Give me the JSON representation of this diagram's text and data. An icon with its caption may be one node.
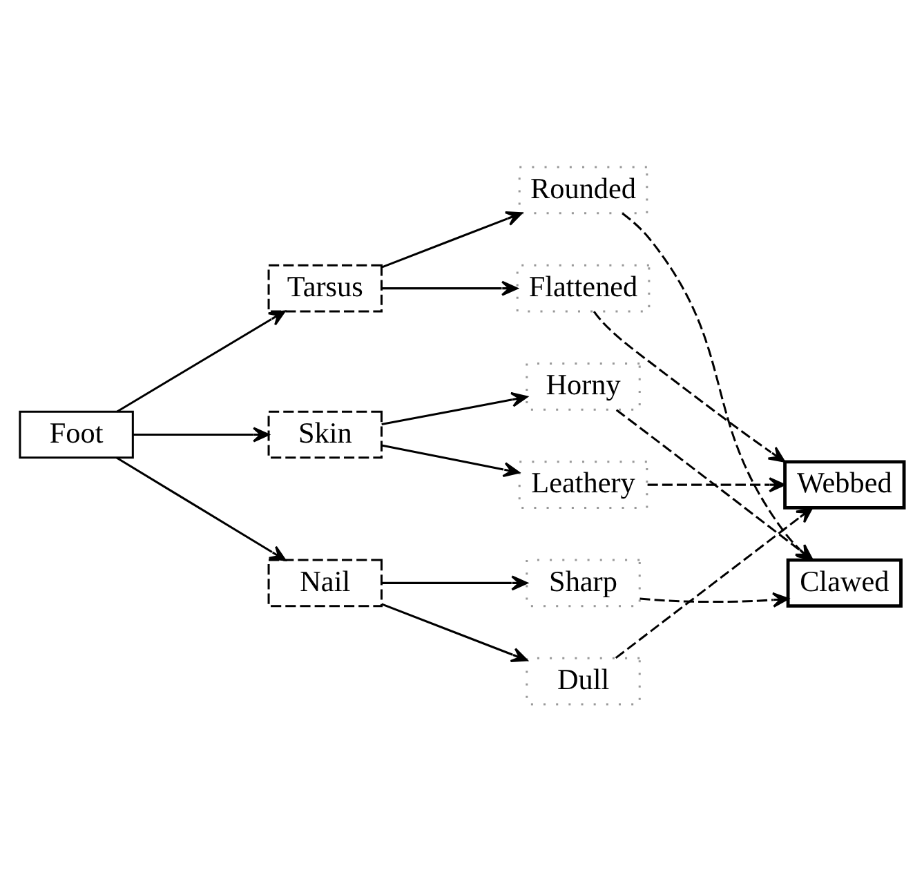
{
  "diagram": {
    "nodes": [
      {
        "text": [
          "Foot"
        ]
      },
      {
        "text": [
          "Tarsus"
        ]
      },
      {
        "text": [
          "Skin"
        ]
      },
      {
        "text": [
          "Nail"
        ]
      },
      {
        "text": [
          "Rounded"
        ]
      },
      {
        "text": [
          "Flattened"
        ]
      },
      {
        "text": [
          "Horny"
        ]
      },
      {
        "text": [
          "Leathery"
        ]
      },
      {
        "text": [
          "Sharp"
        ]
      },
      {
        "text": [
          "Dull"
        ]
      },
      {
        "text": [
          "Webbed"
        ]
      },
      {
        "text": [
          "Clawed"
        ]
      }
    ],
    "edges": [
      {
        "from": 0,
        "to": 1,
        "arrow": "to"
      },
      {
        "from": 0,
        "to": 2,
        "arrow": "to"
      },
      {
        "from": 0,
        "to": 3,
        "arrow": "to"
      },
      {
        "from": 1,
        "to": 4,
        "arrow": "to"
      },
      {
        "from": 1,
        "to": 5,
        "arrow": "to"
      },
      {
        "from": 2,
        "to": 6,
        "arrow": "to"
      },
      {
        "from": 2,
        "to": 7,
        "arrow": "to"
      },
      {
        "from": 3,
        "to": 8,
        "arrow": "to"
      },
      {
        "from": 3,
        "to": 9,
        "arrow": "to"
      },
      {
        "from": 4,
        "to": 11,
        "arrow": "to",
        "style": "dashed"
      },
      {
        "from": 5,
        "to": 10,
        "arrow": "to",
        "style": "dashed"
      },
      {
        "from": 6,
        "to": 11,
        "arrow": "to",
        "style": "dashed"
      },
      {
        "from": 7,
        "to": 10,
        "arrow": "to",
        "style": "dashed"
      },
      {
        "from": 8,
        "to": 11,
        "arrow": "to",
        "style": "dashed"
      },
      {
        "from": 9,
        "to": 10,
        "arrow": "to",
        "style": "dashed"
      }
    ]
  }
}
